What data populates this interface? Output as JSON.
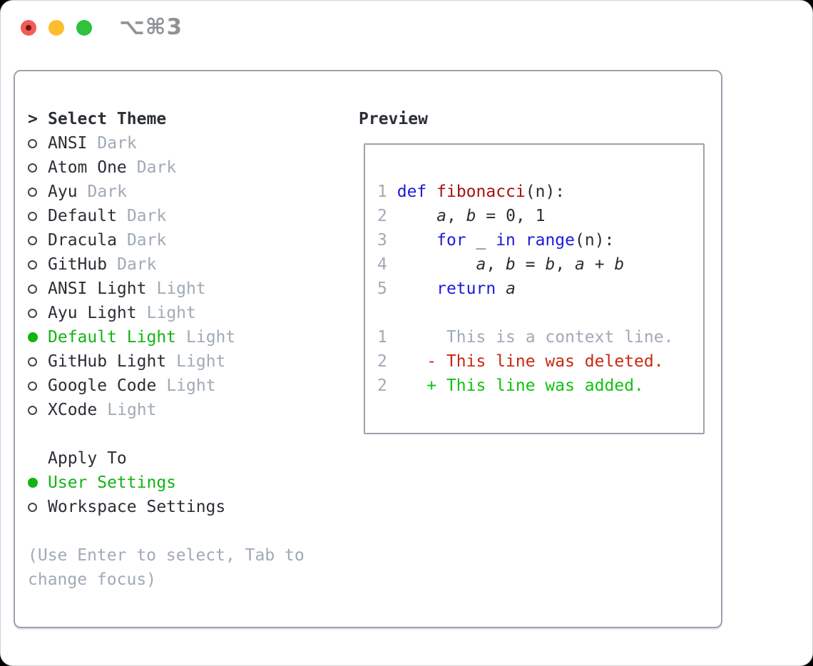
{
  "colors": {
    "text_dark": "#2b2f35",
    "muted_gray": "#a0aab6",
    "border_gray": "#9aa3ae",
    "accent_green": "#12b412",
    "added_green": "#0fc20f",
    "deleted_red": "#c9280f",
    "keyword_blue": "#1b1bdb",
    "function_red": "#a81111"
  },
  "window": {
    "title": "⌥⌘3",
    "buttons": [
      "close",
      "minimize",
      "zoom"
    ]
  },
  "sidebar": {
    "header": {
      "marker": ">",
      "label": "Select Theme"
    },
    "themes": [
      {
        "name": "ANSI",
        "variant": "Dark",
        "selected": false
      },
      {
        "name": "Atom One",
        "variant": "Dark",
        "selected": false
      },
      {
        "name": "Ayu",
        "variant": "Dark",
        "selected": false
      },
      {
        "name": "Default",
        "variant": "Dark",
        "selected": false
      },
      {
        "name": "Dracula",
        "variant": "Dark",
        "selected": false
      },
      {
        "name": "GitHub",
        "variant": "Dark",
        "selected": false
      },
      {
        "name": "ANSI Light",
        "variant": "Light",
        "selected": false
      },
      {
        "name": "Ayu Light",
        "variant": "Light",
        "selected": false
      },
      {
        "name": "Default Light",
        "variant": "Light",
        "selected": true
      },
      {
        "name": "GitHub Light",
        "variant": "Light",
        "selected": false
      },
      {
        "name": "Google Code",
        "variant": "Light",
        "selected": false
      },
      {
        "name": "XCode",
        "variant": "Light",
        "selected": false
      }
    ],
    "apply_to": {
      "label": "Apply To",
      "options": [
        {
          "name": "User Settings",
          "selected": true
        },
        {
          "name": "Workspace Settings",
          "selected": false
        }
      ]
    },
    "help_lines": [
      "(Use Enter to select, Tab to",
      "change focus)"
    ]
  },
  "preview": {
    "header": "Preview",
    "lines": [
      {
        "num": "1",
        "tokens": [
          {
            "t": " ",
            "s": "p"
          },
          {
            "t": "def",
            "s": "k"
          },
          {
            "t": " ",
            "s": "p"
          },
          {
            "t": "fibonacci",
            "s": "f"
          },
          {
            "t": "(n):",
            "s": "p"
          }
        ]
      },
      {
        "num": "2",
        "tokens": [
          {
            "t": "     ",
            "s": "p"
          },
          {
            "t": "a",
            "s": "v"
          },
          {
            "t": ", ",
            "s": "p"
          },
          {
            "t": "b",
            "s": "v"
          },
          {
            "t": " = 0, 1",
            "s": "p"
          }
        ]
      },
      {
        "num": "3",
        "tokens": [
          {
            "t": "     ",
            "s": "p"
          },
          {
            "t": "for",
            "s": "k"
          },
          {
            "t": " _ ",
            "s": "p"
          },
          {
            "t": "in",
            "s": "k"
          },
          {
            "t": " ",
            "s": "p"
          },
          {
            "t": "range",
            "s": "k"
          },
          {
            "t": "(n):",
            "s": "p"
          }
        ]
      },
      {
        "num": "4",
        "tokens": [
          {
            "t": "         ",
            "s": "p"
          },
          {
            "t": "a",
            "s": "v"
          },
          {
            "t": ", ",
            "s": "p"
          },
          {
            "t": "b",
            "s": "v"
          },
          {
            "t": " = ",
            "s": "p"
          },
          {
            "t": "b",
            "s": "v"
          },
          {
            "t": ", ",
            "s": "p"
          },
          {
            "t": "a",
            "s": "v"
          },
          {
            "t": " + ",
            "s": "p"
          },
          {
            "t": "b",
            "s": "v"
          }
        ]
      },
      {
        "num": "5",
        "tokens": [
          {
            "t": "     ",
            "s": "p"
          },
          {
            "t": "return",
            "s": "k"
          },
          {
            "t": " ",
            "s": "p"
          },
          {
            "t": "a",
            "s": "v"
          }
        ]
      },
      {
        "num": "",
        "tokens": []
      },
      {
        "num": "1",
        "tokens": [
          {
            "t": "      This is a context line.",
            "s": "g"
          }
        ]
      },
      {
        "num": "2",
        "tokens": [
          {
            "t": "    - This line was deleted.",
            "s": "r"
          }
        ]
      },
      {
        "num": "2",
        "tokens": [
          {
            "t": "    + This line was added.",
            "s": "a"
          }
        ]
      }
    ]
  }
}
